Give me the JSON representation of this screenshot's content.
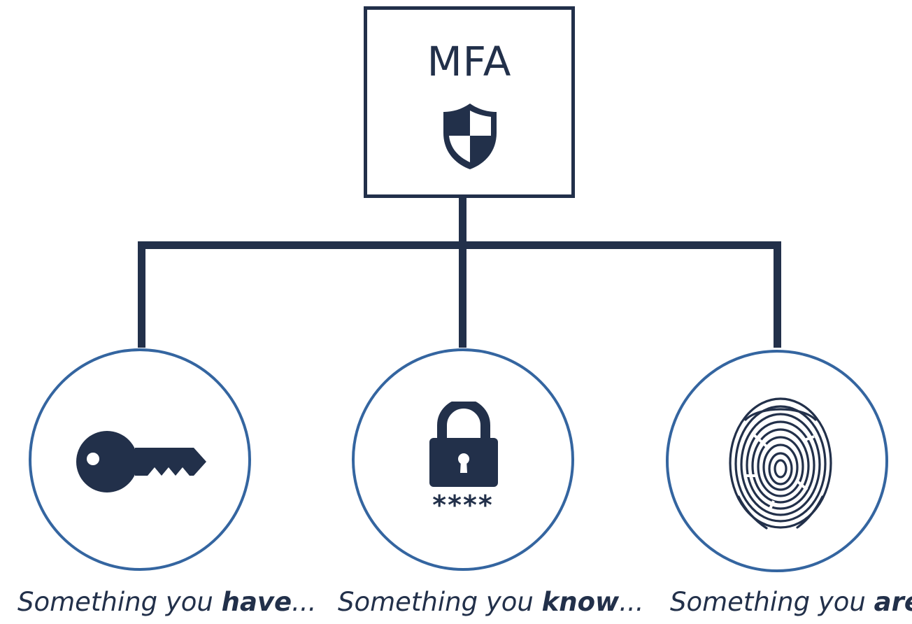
{
  "root": {
    "title": "MFA",
    "icon": "shield-icon"
  },
  "factors": [
    {
      "icon": "key-icon",
      "prefix": "Something you ",
      "emphasis": "have",
      "suffix": "..."
    },
    {
      "icon": "padlock-icon",
      "masked_text": "****",
      "prefix": "Something you ",
      "emphasis": "know",
      "suffix": "..."
    },
    {
      "icon": "fingerprint-icon",
      "prefix": "Something you ",
      "emphasis": "are",
      "suffix": "."
    }
  ],
  "colors": {
    "dark": "#22304a",
    "circle_border": "#3465a0",
    "background": "#ffffff"
  }
}
